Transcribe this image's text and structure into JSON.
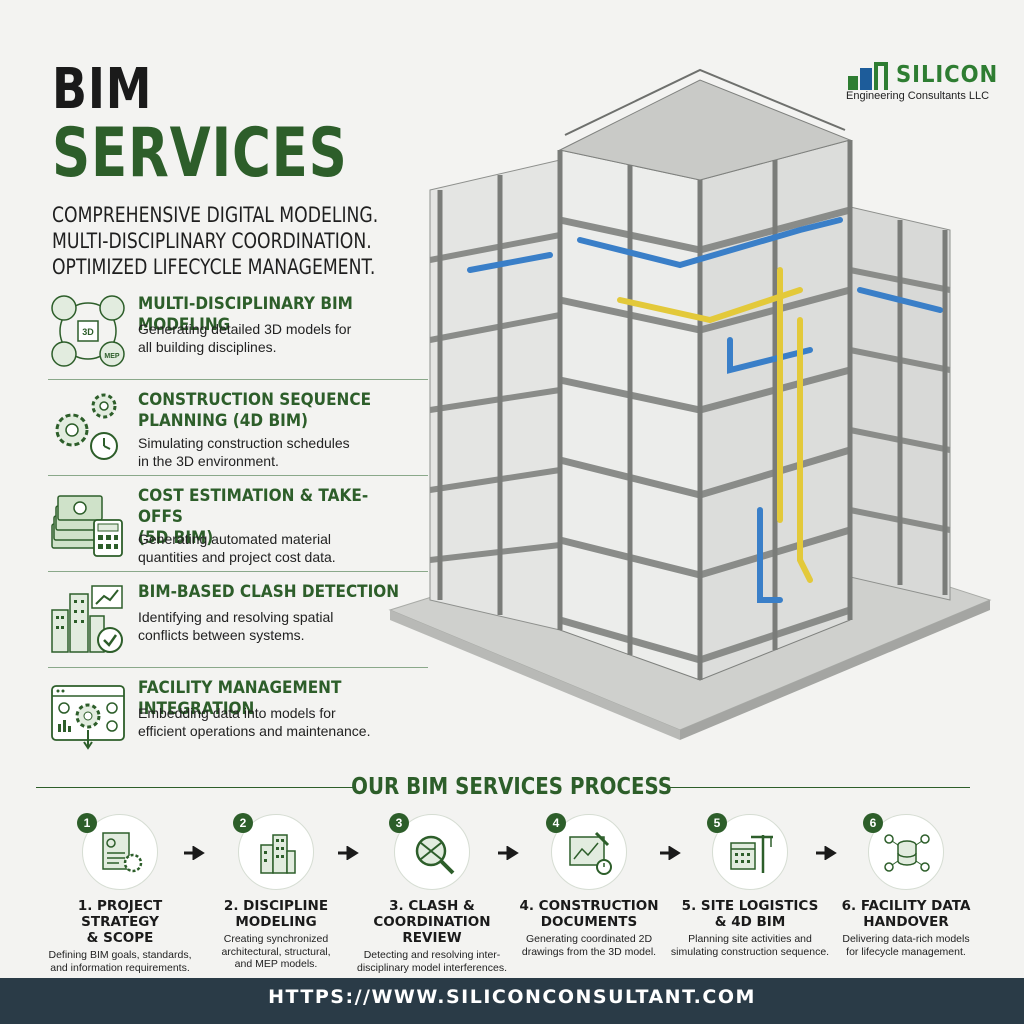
{
  "header": {
    "title_line1": "BIM",
    "title_line2": "SERVICES",
    "tagline": [
      "COMPREHENSIVE DIGITAL MODELING.",
      "MULTI-DISCIPLINARY COORDINATION.",
      "OPTIMIZED LIFECYCLE MANAGEMENT."
    ]
  },
  "logo": {
    "name": "SILICON",
    "subtitle": "Engineering Consultants LLC",
    "mep_label": "MEP",
    "model_3d_label": "3D"
  },
  "services": [
    {
      "title": "MULTI-DISCIPLINARY BIM MODELING",
      "desc": "Generating detailed 3D models for\nall building disciplines.",
      "icon": "disciplines-icon"
    },
    {
      "title": "CONSTRUCTION SEQUENCE\nPLANNING (4D BIM)",
      "desc": "Simulating construction schedules\nin the 3D environment.",
      "icon": "gears-clock-icon"
    },
    {
      "title": "COST ESTIMATION & TAKE-OFFS\n(5D BIM)",
      "desc": "Generating automated material\nquantities and project cost data.",
      "icon": "money-calculator-icon"
    },
    {
      "title": "BIM-BASED CLASH DETECTION",
      "desc": "Identifying and resolving spatial\nconflicts between systems.",
      "icon": "buildings-check-icon"
    },
    {
      "title": "FACILITY MANAGEMENT INTEGRATION",
      "desc": "Embedding data into models for\nefficient operations and maintenance.",
      "icon": "dashboard-gear-icon"
    }
  ],
  "process": {
    "title": "OUR BIM SERVICES PROCESS",
    "steps": [
      {
        "num": "1",
        "title": "1. PROJECT STRATEGY\n& SCOPE",
        "desc": "Defining BIM goals, standards,\nand information requirements."
      },
      {
        "num": "2",
        "title": "2. DISCIPLINE\nMODELING",
        "desc": "Creating synchronized\narchitectural, structural,\nand MEP models."
      },
      {
        "num": "3",
        "title": "3. CLASH &\nCOORDINATION REVIEW",
        "desc": "Detecting and resolving inter-\ndisciplinary model interferences."
      },
      {
        "num": "4",
        "title": "4. CONSTRUCTION\nDOCUMENTS",
        "desc": "Generating coordinated 2D\ndrawings from the 3D model."
      },
      {
        "num": "5",
        "title": "5. SITE LOGISTICS\n& 4D BIM",
        "desc": "Planning site activities and\nsimulating construction sequence."
      },
      {
        "num": "6",
        "title": "6. FACILITY DATA\nHANDOVER",
        "desc": "Delivering data-rich models\nfor lifecycle management."
      }
    ]
  },
  "footer": {
    "url": "HTTPS://WWW.SILICONCONSULTANT.COM"
  },
  "colors": {
    "brand_green": "#2d5e2a",
    "logo_green": "#2e7d32",
    "footer_bg": "#2a3b47",
    "pipe_blue": "#3a7fc8",
    "pipe_yellow": "#e3c93a"
  }
}
